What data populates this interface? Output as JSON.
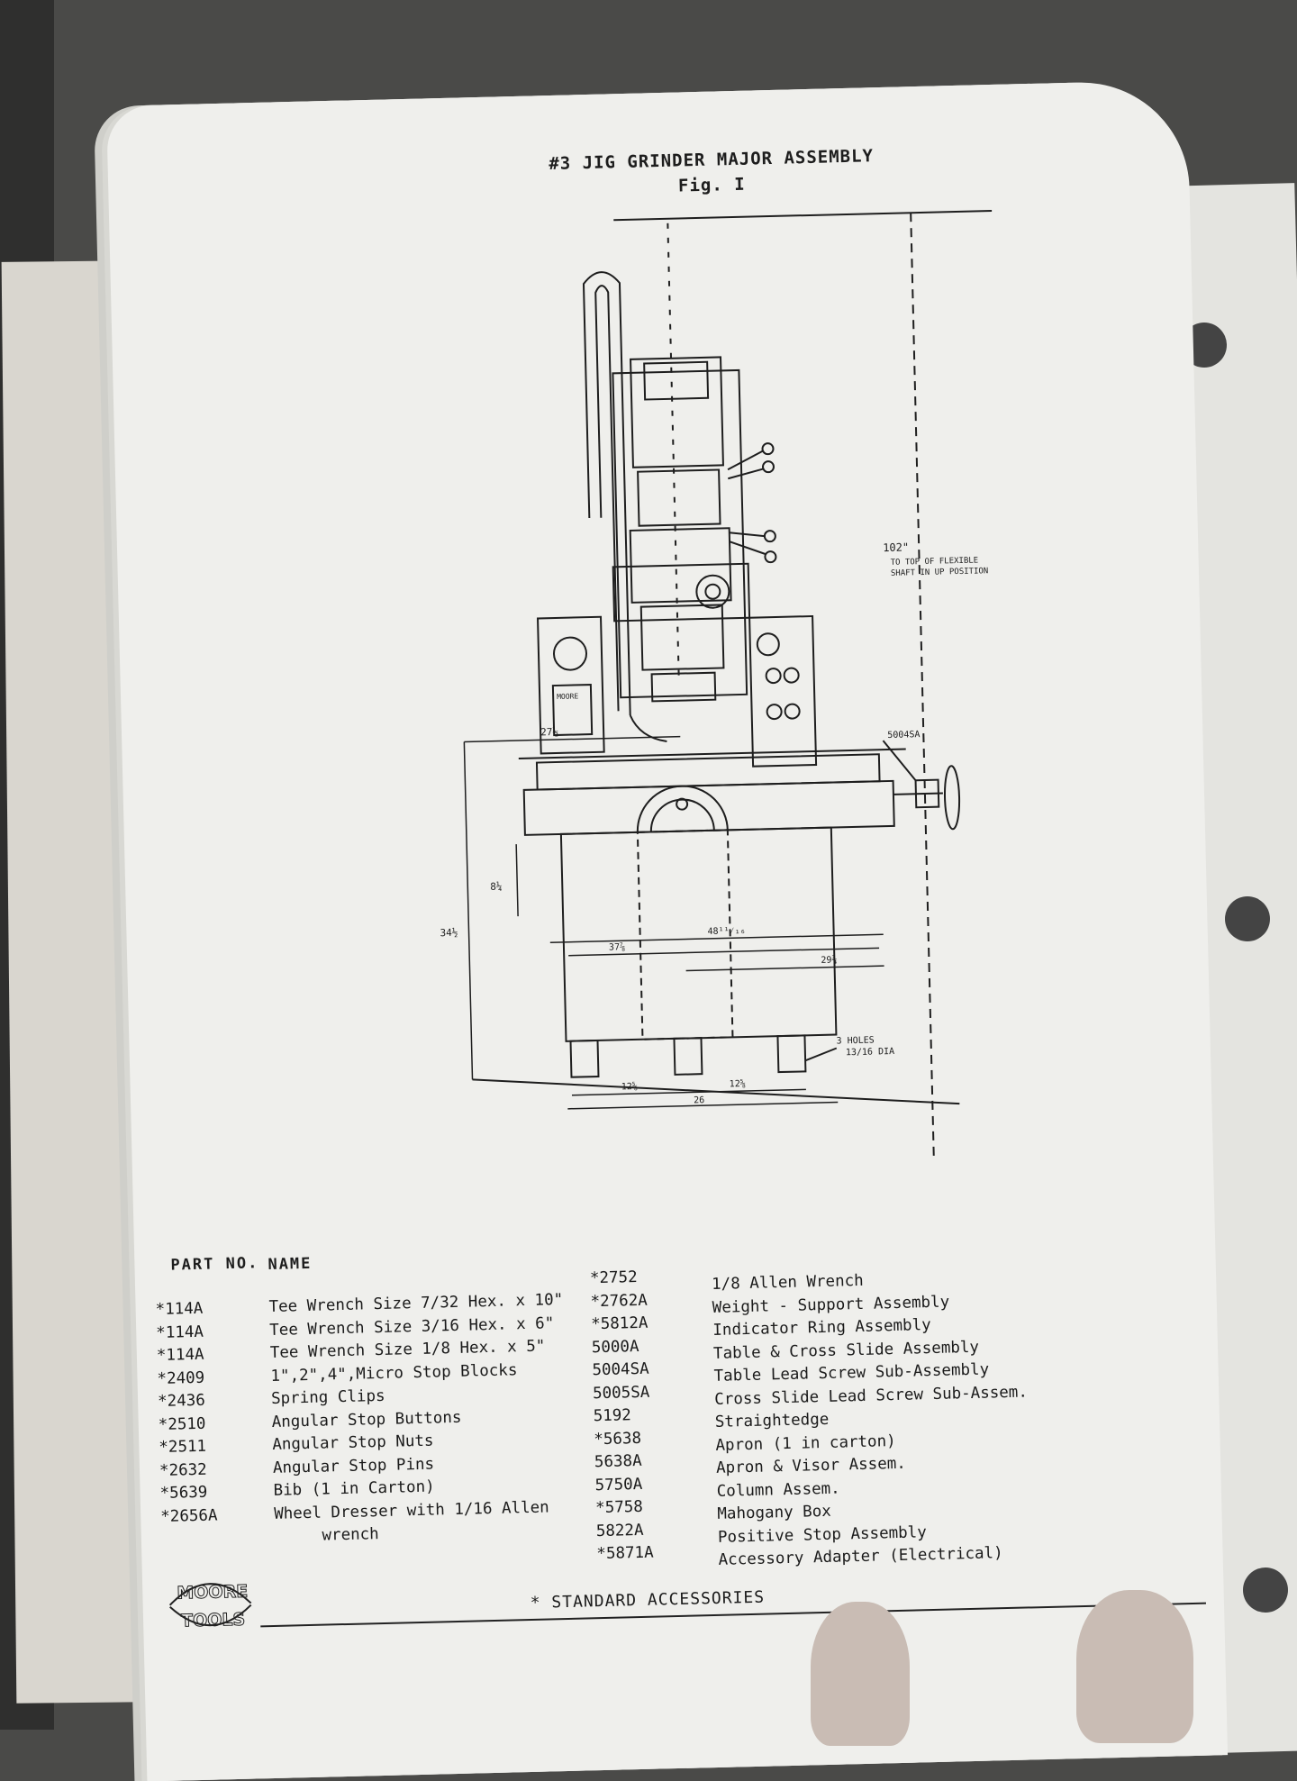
{
  "header": {
    "title": "#3 JIG GRINDER MAJOR ASSEMBLY",
    "subtitle": "Fig. I"
  },
  "drawing": {
    "labels": {
      "height_dim": "102\"",
      "height_note_1": "TO TOP OF FLEXIBLE",
      "height_note_2": "SHAFT IN UP POSITION",
      "part_callout": "5004SA",
      "holes_note_1": "3 HOLES",
      "holes_note_2": "13/16 DIA",
      "dim_27": "27½",
      "dim_8": "8¼",
      "dim_34": "34½",
      "dim_37": "37⅞",
      "dim_48": "48¹¹⁄₁₆",
      "dim_29": "29¾",
      "dim_12a": "12⅝",
      "dim_12b": "12⅝",
      "dim_26": "26",
      "placard": "MOORE"
    }
  },
  "table": {
    "col_part": "PART NO.",
    "col_name": "NAME",
    "left_parts": [
      "*114A",
      "*114A",
      "*114A",
      "*2409",
      "*2436",
      "*2510",
      "*2511",
      "*2632",
      "*5639",
      "*2656A"
    ],
    "left_names": [
      "Tee Wrench Size 7/32 Hex. x 10\"",
      "Tee Wrench Size 3/16 Hex. x 6\"",
      "Tee Wrench Size 1/8 Hex. x 5\"",
      "1\",2\",4\",Micro Stop Blocks",
      "Spring Clips",
      "Angular Stop Buttons",
      "Angular Stop Nuts",
      "Angular Stop Pins",
      "Bib (1 in Carton)",
      "Wheel Dresser with 1/16 Allen",
      "     wrench"
    ],
    "right_parts": [
      "*2752",
      "*2762A",
      "*5812A",
      "5000A",
      "5004SA",
      "5005SA",
      "5192",
      "*5638",
      "5638A",
      "5750A",
      "*5758",
      "5822A",
      "*5871A"
    ],
    "right_names": [
      "1/8 Allen Wrench",
      "Weight - Support Assembly",
      "Indicator Ring Assembly",
      "Table & Cross Slide Assembly",
      "Table Lead Screw Sub-Assembly",
      "Cross Slide Lead Screw Sub-Assem.",
      "Straightedge",
      "Apron (1 in carton)",
      "Apron & Visor Assem.",
      "Column Assem.",
      "Mahogany Box",
      "Positive Stop Assembly",
      "Accessory Adapter (Electrical)"
    ]
  },
  "footer": {
    "note": "* STANDARD ACCESSORIES",
    "logo_line1": "MOORE",
    "logo_line2": "TOOLS"
  }
}
